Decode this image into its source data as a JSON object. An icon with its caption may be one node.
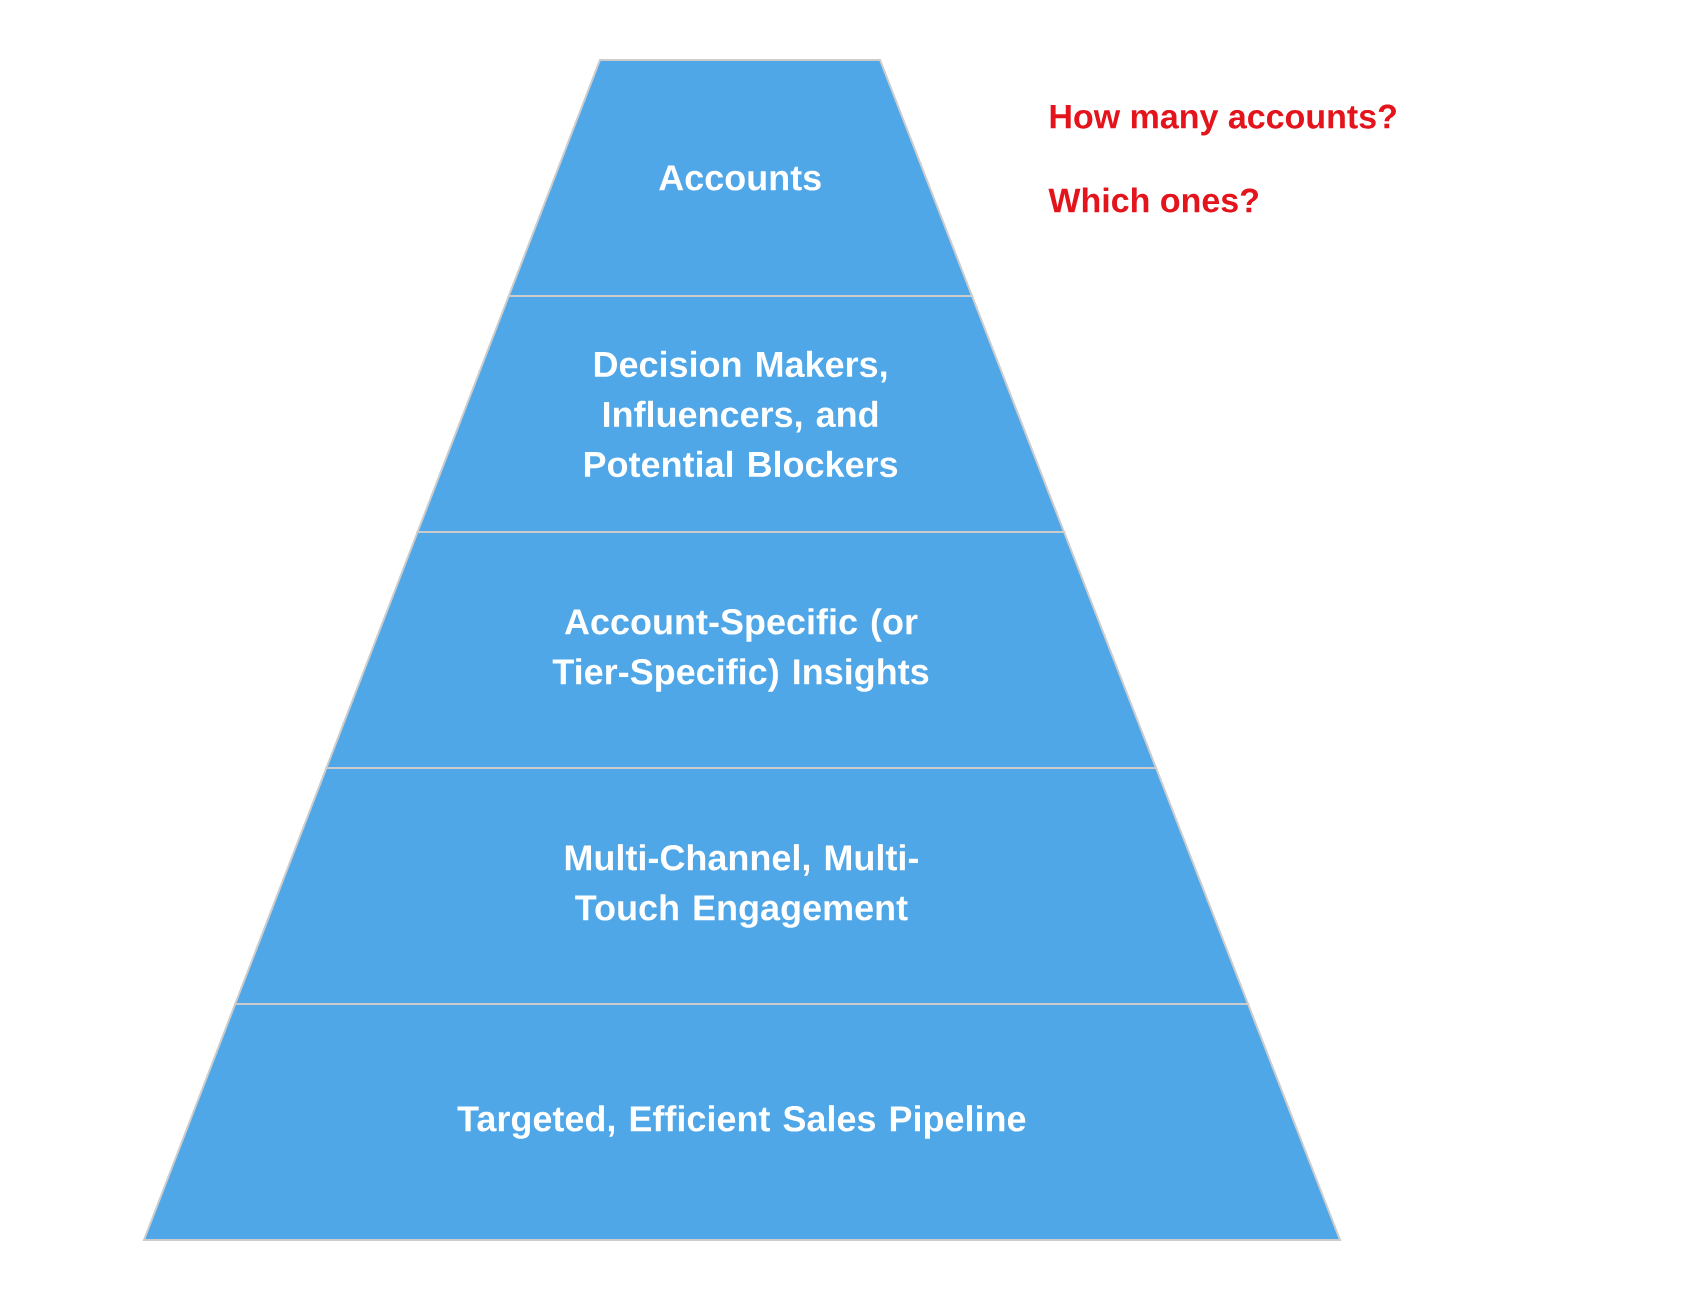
{
  "diagram": {
    "nodes": [
      {
        "text": [
          "Accounts"
        ]
      },
      {
        "text": [
          "Decision Makers, Influencers, and Potential Blockers"
        ]
      },
      {
        "text": [
          "Account-Specific (or Tier-Specific) Insights"
        ]
      },
      {
        "text": [
          "Multi-Channel, Multi-Touch Engagement"
        ]
      },
      {
        "text": [
          "Targeted, Efficient Sales Pipeline"
        ]
      }
    ],
    "labels": [
      "How many accounts?",
      "Which ones?"
    ]
  }
}
